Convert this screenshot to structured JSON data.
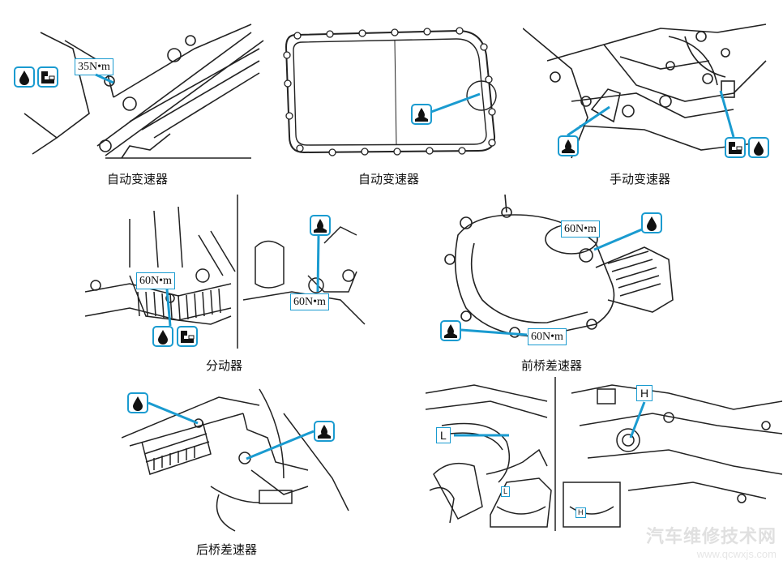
{
  "colors": {
    "accent": "#1a9bd0",
    "line": "#222222"
  },
  "icons": {
    "drain": "oil-drop-icon",
    "fill": "oil-level-icon",
    "filler": "filler-plug-icon"
  },
  "panels": [
    {
      "caption": "自动变速器",
      "torque": "35N•m"
    },
    {
      "caption": "自动变速器"
    },
    {
      "caption": "手动变速器"
    },
    {
      "caption": "分动器",
      "torque": [
        "60N•m",
        "60N•m"
      ]
    },
    {
      "caption": "前桥差速器",
      "torque": [
        "60N•m",
        "60N•m"
      ]
    },
    {
      "caption": "后桥差速器"
    },
    {
      "labels": [
        "L",
        "H",
        "L",
        "H"
      ]
    }
  ],
  "watermark": {
    "text": "汽车维修技术网",
    "url": "www.qcwxjs.com"
  }
}
